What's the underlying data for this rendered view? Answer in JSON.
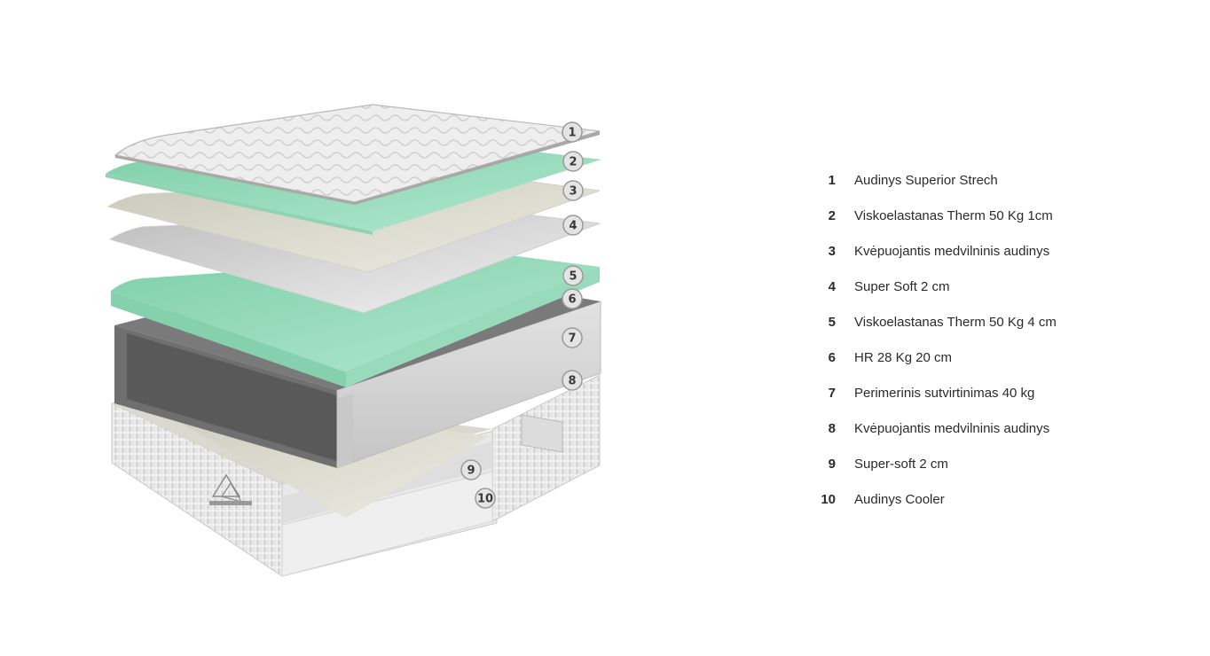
{
  "colors": {
    "background": "#ffffff",
    "text": "#2b2b2b",
    "foam_green": "#8fd8b6",
    "foam_green_light": "#b5ead0",
    "fabric_gray": "#d8d8d8",
    "base_dark": "#5a5a5a",
    "badge_fill": "#e4e4e4",
    "badge_stroke": "#9a9a9a"
  },
  "layers": [
    {
      "number": "1",
      "label": "Audinys Superior Strech"
    },
    {
      "number": "2",
      "label": "Viskoelastanas Therm 50 Kg 1cm"
    },
    {
      "number": "3",
      "label": "Kvėpuojantis medvilninis audinys"
    },
    {
      "number": "4",
      "label": "Super Soft 2 cm"
    },
    {
      "number": "5",
      "label": "Viskoelastanas Therm 50 Kg 4 cm"
    },
    {
      "number": "6",
      "label": "HR 28 Kg 20 cm"
    },
    {
      "number": "7",
      "label": "Perimerinis sutvirtinimas 40 kg"
    },
    {
      "number": "8",
      "label": "Kvėpuojantis medvilninis audinys"
    },
    {
      "number": "9",
      "label": "Super-soft 2 cm"
    },
    {
      "number": "10",
      "label": "Audinys Cooler"
    }
  ]
}
